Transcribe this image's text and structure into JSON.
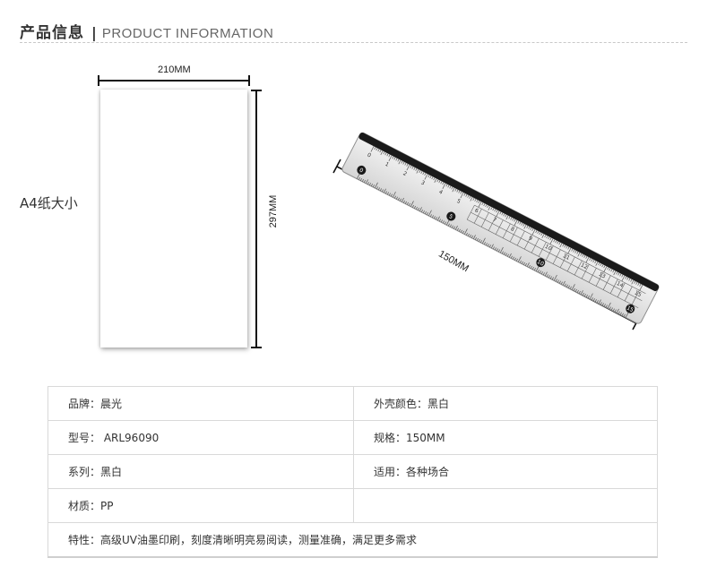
{
  "header": {
    "title_cn": "产品信息",
    "separator": "|",
    "title_en": "PRODUCT INFORMATION"
  },
  "illustration": {
    "paper_label": "A4纸大小",
    "paper_width_label": "210MM",
    "paper_height_label": "297MM",
    "ruler_length_label": "150MM",
    "ruler_numbers": [
      "0",
      "1",
      "2",
      "3",
      "4",
      "5",
      "6",
      "7",
      "8",
      "9",
      "10",
      "11",
      "12",
      "13",
      "14",
      "15"
    ],
    "ruler_circled_numbers": [
      "0",
      "5",
      "10",
      "15"
    ]
  },
  "specs": {
    "rows": [
      [
        "品牌：晨光",
        "外壳颜色：黑白"
      ],
      [
        "型号： ARL96090",
        "规格：150MM"
      ],
      [
        "系列：黑白",
        "适用：各种场合"
      ],
      [
        "材质：PP",
        ""
      ]
    ],
    "feature": "特性：高级UV油墨印刷，刻度清晰明亮易阅读，测量准确，满足更多需求"
  }
}
